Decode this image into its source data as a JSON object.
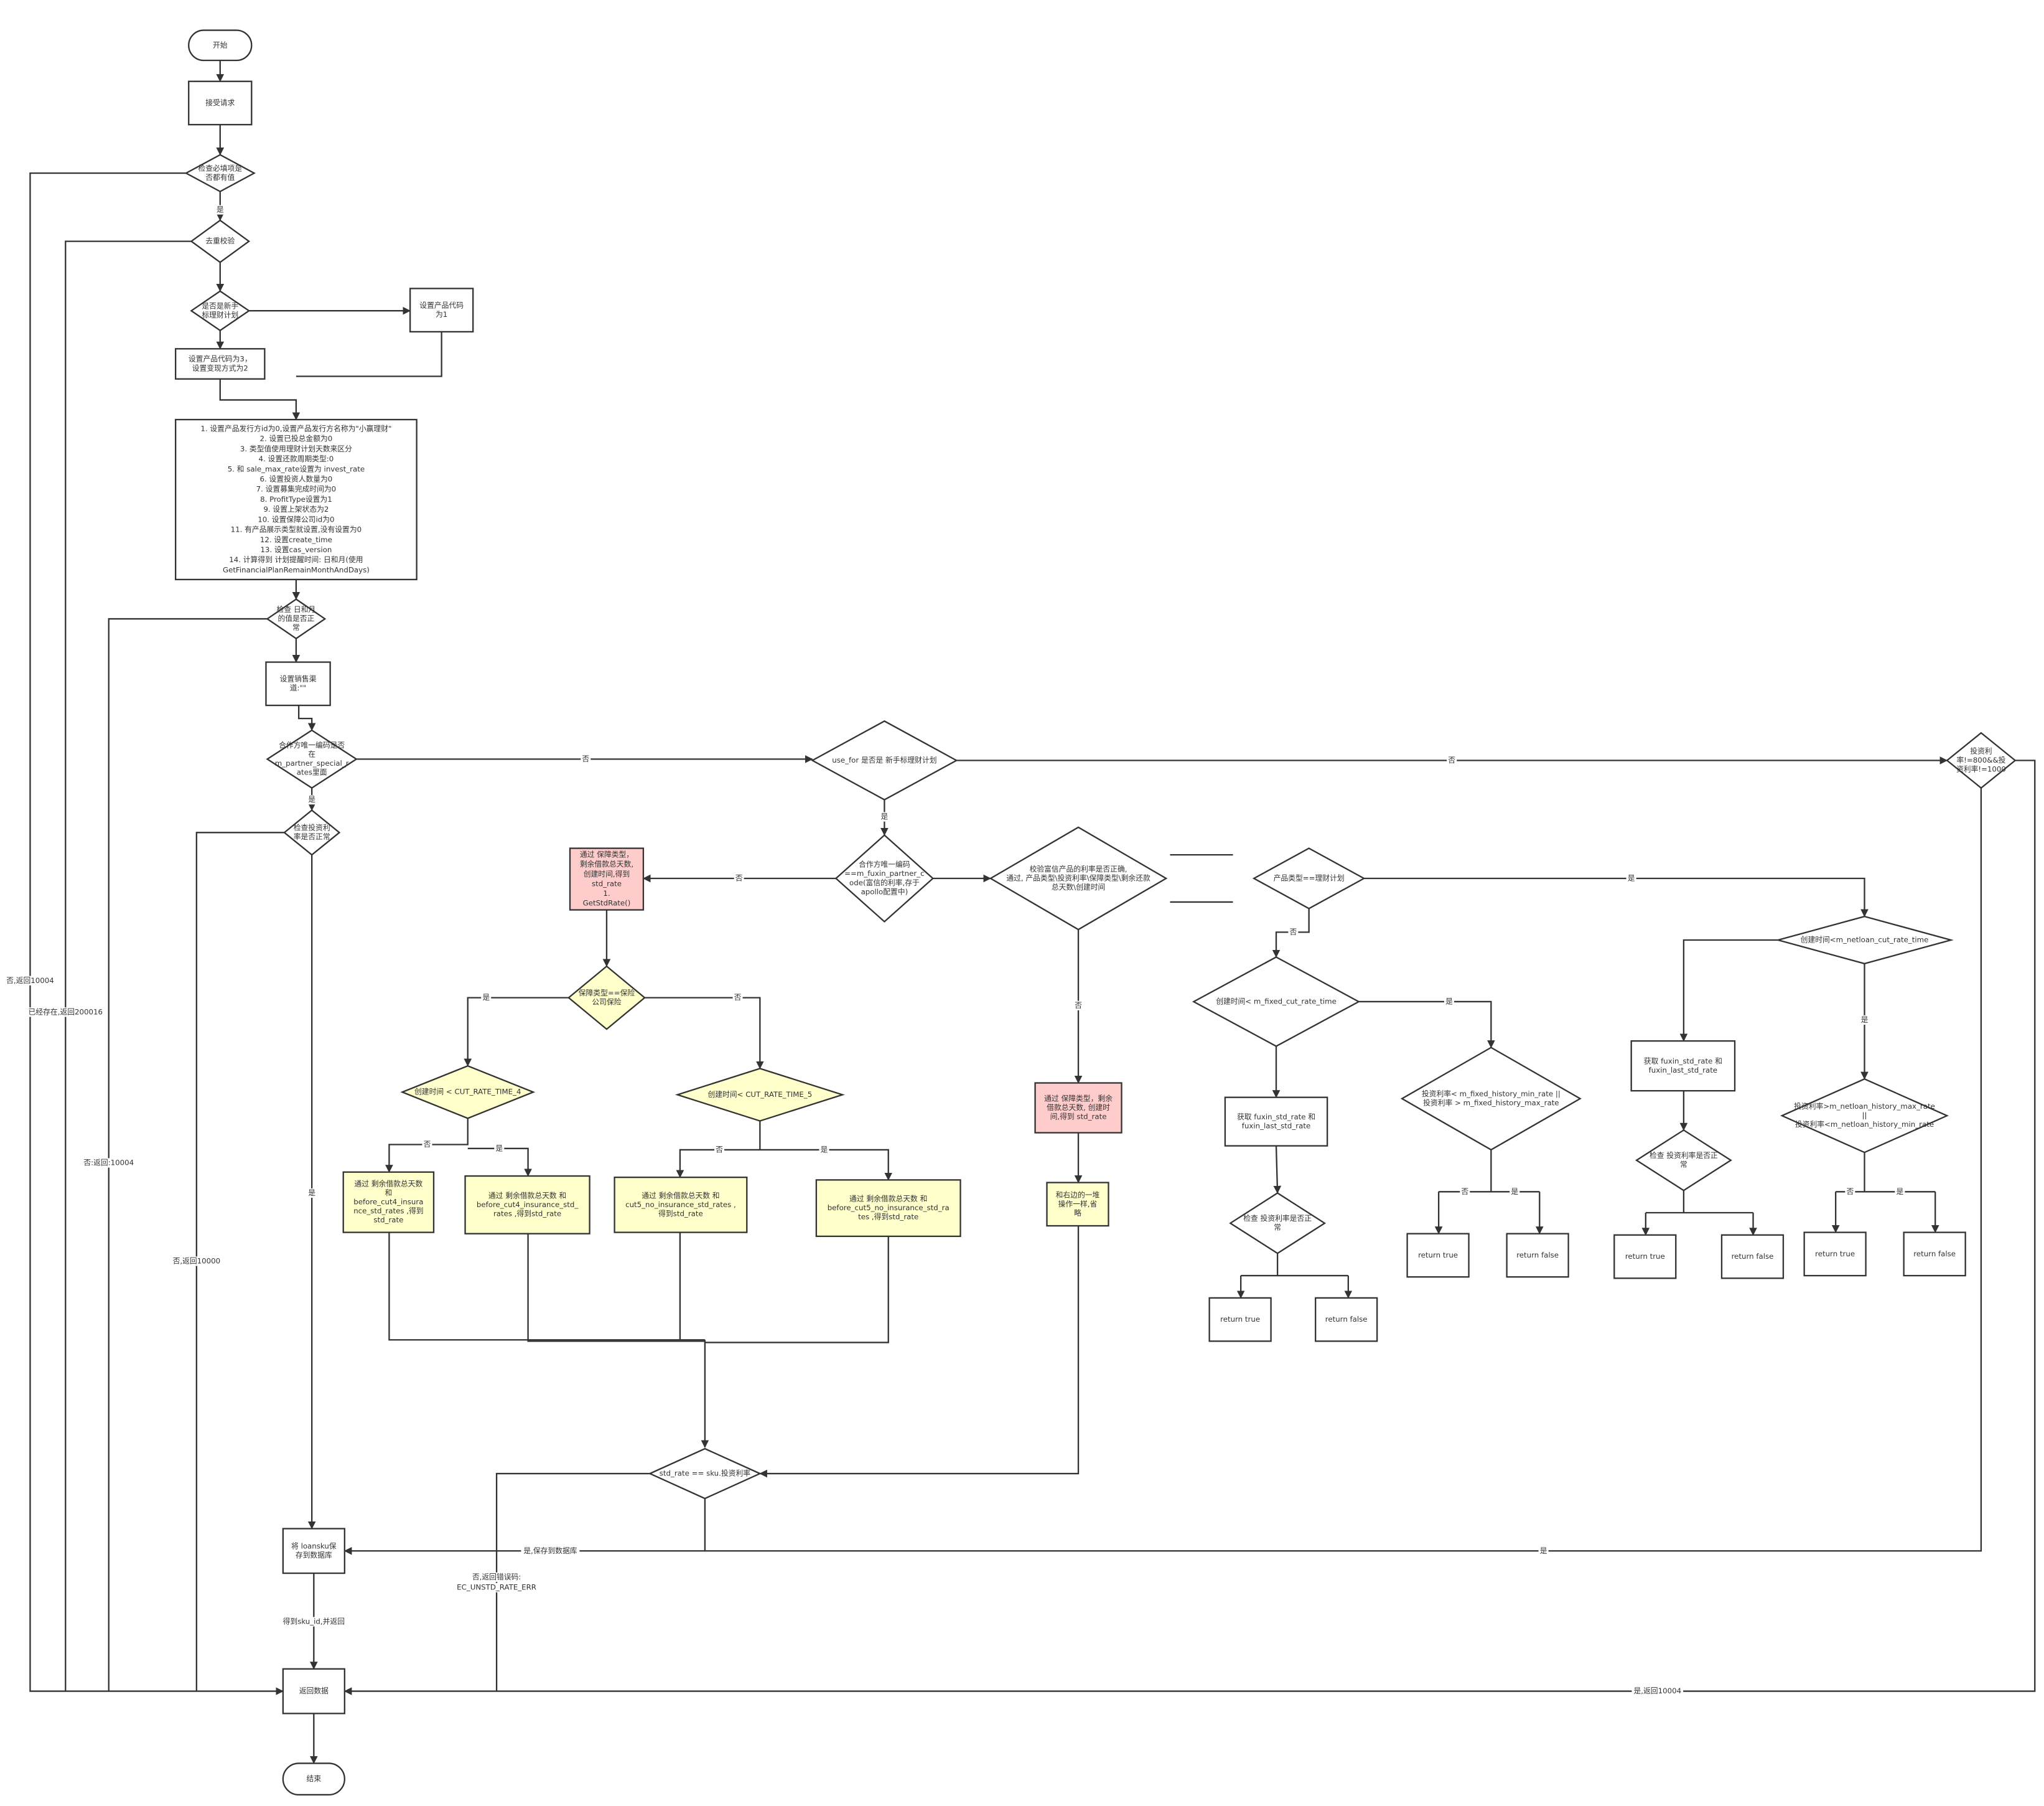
{
  "colors": {
    "stroke": "#333333",
    "pink": "#ffcccc",
    "yellow": "#ffffcc",
    "white": "#ffffff"
  },
  "nodes": {
    "start": [
      "开始"
    ],
    "receive": [
      "接受请求"
    ],
    "check_required": [
      "检查必填项是",
      "否都有值"
    ],
    "dedup": [
      "去重校验"
    ],
    "is_newbie": [
      "是否是新手",
      "标理财计划"
    ],
    "set_code_1": [
      "设置产品代码",
      "为1"
    ],
    "set_code_3": [
      "设置产品代码为3，",
      "设置变现方式为2"
    ],
    "settings": [
      "1. 设置产品发行方id为0,设置产品发行方名称为\"小赢理财\"",
      "2. 设置已投总金额为0",
      "3. 类型值使用理财计划天数来区分",
      "4. 设置还款周期类型:0",
      "5.  和 sale_max_rate设置为 invest_rate",
      "6. 设置投资人数量为0",
      "7. 设置募集完成时间为0",
      "8. ProfitType设置为1",
      "9. 设置上架状态为2",
      "10. 设置保障公司id为0",
      "11. 有产品展示类型就设置,没有设置为0",
      "12. 设置create_time",
      "13. 设置cas_version",
      "14. 计算得到 计划提醒时间: 日和月(使用",
      "GetFinancialPlanRemainMonthAndDays)"
    ],
    "check_day_month": [
      "检查 日和月",
      "的值是否正",
      "常"
    ],
    "set_channel": [
      "设置销售渠",
      "道:\"\""
    ],
    "partner_special": [
      "合作方唯一编码是否",
      "在",
      "m_partner_special_r",
      "ates里面"
    ],
    "check_rate": [
      "检查投资利",
      "率是否正常"
    ],
    "use_for": [
      "use_for 是否是 新手标理财计划"
    ],
    "rate_not_800": [
      "投资利",
      "率!=800&&投",
      "资利率!=1000"
    ],
    "fuxin_partner": [
      "合作方唯一编码",
      "==m_fuxin_partner_c",
      "ode(富信的利率,存于",
      "apollo配置中)"
    ],
    "get_std_rate": [
      "通过 保障类型，",
      "剩余借款总天数,",
      "创建时间,得到",
      "std_rate",
      "1.",
      "GetStdRate()"
    ],
    "verify_fuxin": [
      "校验富信产品的利率是否正确,",
      "通过, 产品类型\\投资利率\\保障类型\\剩余还款",
      "总天数\\创建时间"
    ],
    "fuxin_std_rate": [
      "通过 保障类型，剩余",
      "借款总天数, 创建时",
      "间,得到 std_rate"
    ],
    "same_as_right": [
      "和右边的一堆",
      "操作一样,省",
      "略"
    ],
    "product_type": [
      "产品类型==理财计划"
    ],
    "fixed_cut_time": [
      "创建时间< m_fixed_cut_rate_time"
    ],
    "get_fuxin_1": [
      "获取   fuxin_std_rate 和",
      "fuxin_last_std_rate"
    ],
    "check_rate_1": [
      "检查 投资利率是否正",
      "常"
    ],
    "ret_true_1": [
      "return true"
    ],
    "ret_false_1": [
      "return false"
    ],
    "fixed_history": [
      "投资利率< m_fixed_history_min_rate ||",
      "投资利率 > m_fixed_history_max_rate"
    ],
    "ret_true_2": [
      "return true"
    ],
    "ret_false_2": [
      "return false"
    ],
    "netloan_cut_time": [
      "创建时间<m_netloan_cut_rate_time"
    ],
    "get_fuxin_2": [
      "获取   fuxin_std_rate 和",
      "fuxin_last_std_rate"
    ],
    "check_rate_2": [
      "检查 投资利率是否正",
      "常"
    ],
    "ret_true_3": [
      "return true"
    ],
    "ret_false_3": [
      "return false"
    ],
    "netloan_history": [
      "投资利率>m_netloan_history_max_rate",
      "||",
      "投资利率<m_netloan_history_min_rate"
    ],
    "ret_true_4": [
      "return true"
    ],
    "ret_false_4": [
      "return false"
    ],
    "is_insurance": [
      "保障类型==保险",
      "公司保险"
    ],
    "cut_time_4": [
      "创建时间 < CUT_RATE_TIME_4"
    ],
    "cut_time_5": [
      "创建时间< CUT_RATE_TIME_5"
    ],
    "cut4_no": [
      "通过 剩余借款总天数",
      "和",
      "before_cut4_insura",
      "nce_std_rates ,得到",
      "std_rate"
    ],
    "cut4_yes": [
      "通过 剩余借款总天数 和",
      "before_cut4_insurance_std_",
      "rates ,得到std_rate"
    ],
    "cut5_no": [
      "通过 剩余借款总天数 和",
      "cut5_no_insurance_std_rates ,",
      "得到std_rate"
    ],
    "cut5_yes": [
      "通过 剩余借款总天数 和",
      "before_cut5_no_insurance_std_ra",
      "tes ,得到std_rate"
    ],
    "std_rate_eq": [
      "std_rate == sku.投资利率"
    ],
    "save_db": [
      "将 loansku保",
      "存到数据库"
    ],
    "return_data": [
      "返回数据"
    ],
    "end": [
      "结束"
    ]
  },
  "edge_labels": {
    "required_yes": "是",
    "required_no": "否,返回10004",
    "dedup_exists": "已经存在,返回200016",
    "day_month_no": "否:返回:10004",
    "check_rate_no": "否,返回10000",
    "partner_yes": "是",
    "check_rate_yes": "是",
    "partner_no": "否",
    "use_for_no": "否",
    "use_for_yes": "是",
    "fuxin_no": "否",
    "verify_no": "否",
    "product_type_yes": "是",
    "product_type_no": "否",
    "fixed_cut_yes": "是",
    "fixed_history_no": "否",
    "fixed_history_yes": "是",
    "netloan_cut_yes": "是",
    "netloan_history_no": "否",
    "netloan_history_yes": "是",
    "insurance_yes": "是",
    "insurance_no": "否",
    "cut4_no_label": "否",
    "cut4_yes_label": "是",
    "cut5_no_label": "否",
    "cut5_yes_label": "是",
    "std_rate_no_1": "否,返回错误码:",
    "std_rate_no_2": "EC_UNSTD_RATE_ERR",
    "std_rate_yes": "是,保存到数据库",
    "rate_check_yes": "是",
    "rate_check_no": "是,返回10004",
    "sku_return": "得到sku_id,并返回"
  }
}
